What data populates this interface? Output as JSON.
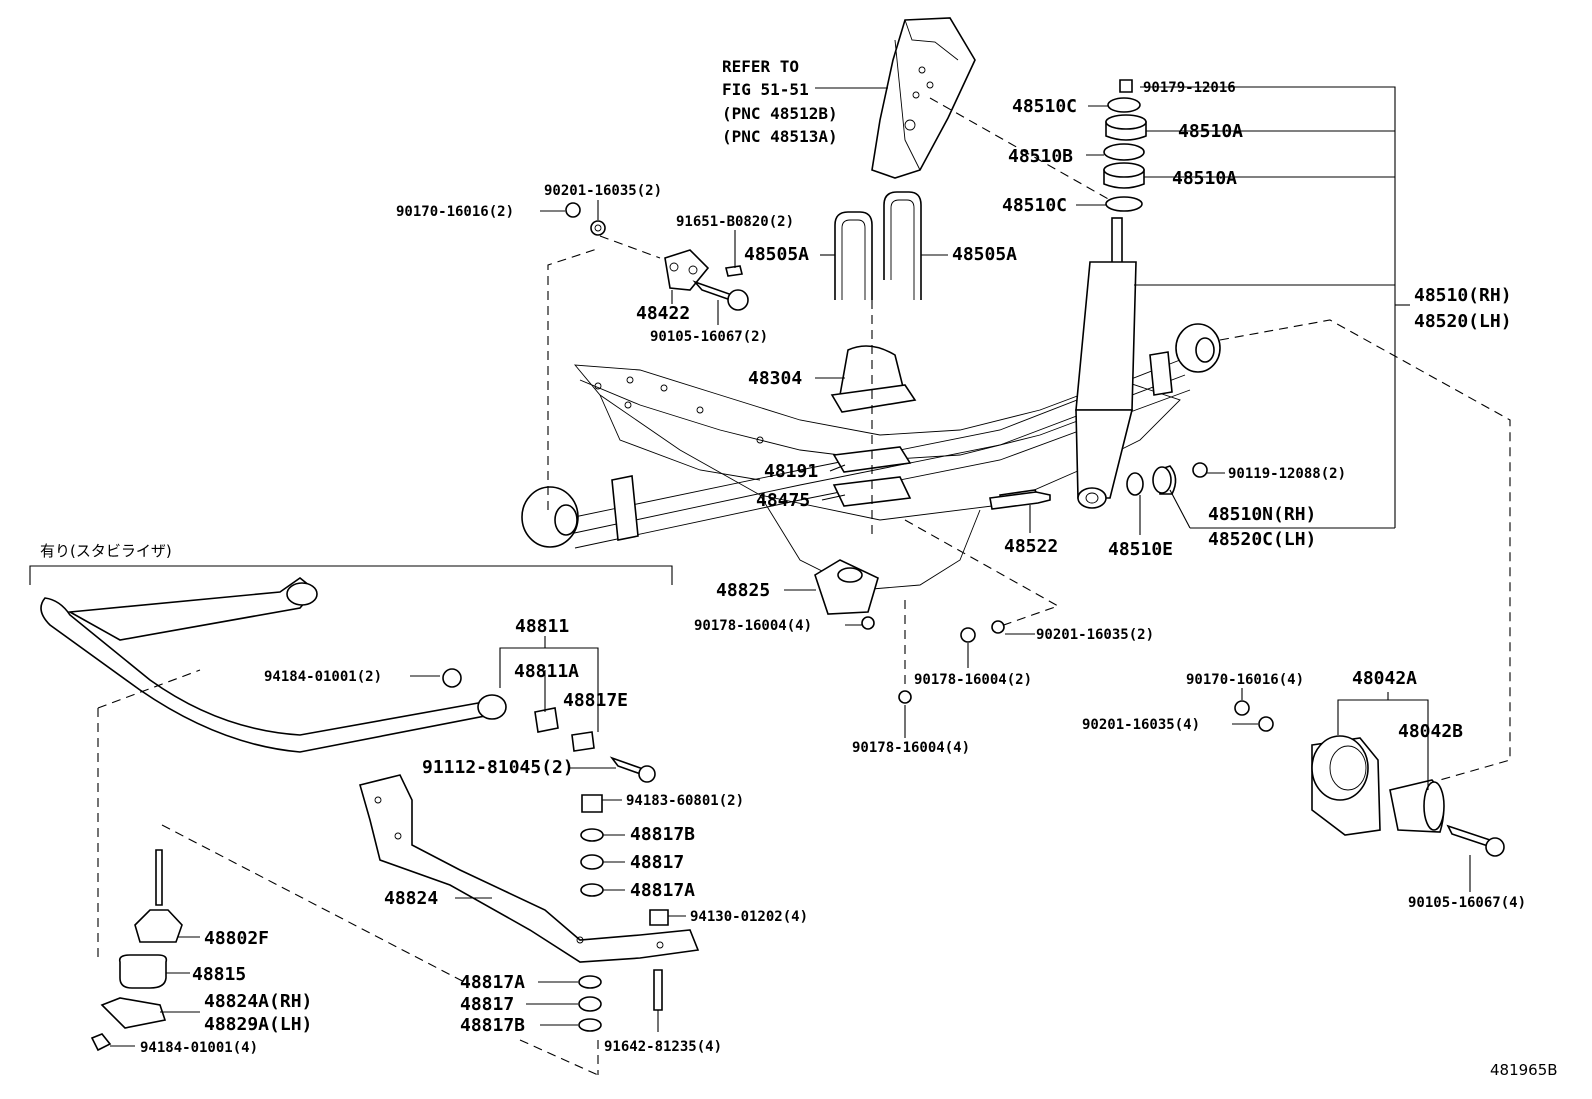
{
  "diagram_id": "481965B",
  "stabilizer_group_label": "有り(スタビライザ)",
  "reference_note": [
    "REFER TO",
    "FIG 51-51",
    "(PNC 48512B)",
    "(PNC 48513A)"
  ],
  "parts": {
    "p90179_12016": "90179-12016",
    "p48510C_top": "48510C",
    "p48510A_top": "48510A",
    "p48510B": "48510B",
    "p48510A_low": "48510A",
    "p48510C_low": "48510C",
    "p48510_rh": "48510(RH)",
    "p48520_lh": "48520(LH)",
    "p90201_16035_a": "90201-16035(2)",
    "p90170_16016_a": "90170-16016(2)",
    "p91651_B0820": "91651-B0820(2)",
    "p48505A_l": "48505A",
    "p48505A_r": "48505A",
    "p48422": "48422",
    "p90105_16067_a": "90105-16067(2)",
    "p48304": "48304",
    "p48191": "48191",
    "p48475": "48475",
    "p48522": "48522",
    "p48510E": "48510E",
    "p90119_12088": "90119-12088(2)",
    "p48510N_rh": "48510N(RH)",
    "p48520C_lh": "48520C(LH)",
    "p48825": "48825",
    "p90178_16004_a": "90178-16004(4)",
    "p90201_16035_b": "90201-16035(2)",
    "p90178_16004_b": "90178-16004(2)",
    "p90178_16004_c": "90178-16004(4)",
    "p90170_16016_b": "90170-16016(4)",
    "p48042A": "48042A",
    "p90201_16035_c": "90201-16035(4)",
    "p48042B": "48042B",
    "p90105_16067_b": "90105-16067(4)",
    "p48811": "48811",
    "p48811A": "48811A",
    "p48817E": "48817E",
    "p94184_01001_a": "94184-01001(2)",
    "p91112_81045": "91112-81045(2)",
    "p94183_60801": "94183-60801(2)",
    "p48817B_a": "48817B",
    "p48817_a": "48817",
    "p48817A_a": "48817A",
    "p48824": "48824",
    "p94130_01202": "94130-01202(4)",
    "p48802F": "48802F",
    "p48815": "48815",
    "p48824A_rh": "48824A(RH)",
    "p48829A_lh": "48829A(LH)",
    "p94184_01001_b": "94184-01001(4)",
    "p48817A_b": "48817A",
    "p48817_b": "48817",
    "p48817B_b": "48817B",
    "p91642_81235": "91642-81235(4)"
  }
}
